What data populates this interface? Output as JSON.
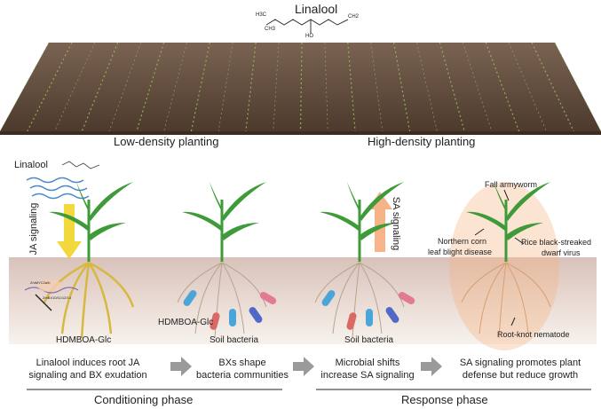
{
  "top": {
    "molecule_label": "Linalool",
    "molecule_atoms": {
      "h3c": "H3C",
      "ch3": "CH3",
      "ho": "HO",
      "ch2": "CH2"
    },
    "field_left_label": "Low-density planting",
    "field_right_label": "High-density planting"
  },
  "panels": {
    "p1": {
      "linalool": "Linalool",
      "signal": "JA signaling",
      "gene1": "ZmMYC2a/b",
      "gene2": "ZmBX10/11/12/14",
      "compound": "HDMBOA-Glc"
    },
    "p2": {
      "compound": "HDMBOA-Glc",
      "bacteria": "Soil bacteria"
    },
    "p3": {
      "signal": "SA signaling",
      "bacteria": "Soil bacteria"
    },
    "p4": {
      "pest1": "Fall armyworm",
      "pest2a": "Northern corn",
      "pest2b": "leaf blight disease",
      "pest3a": "Rice black-streaked",
      "pest3b": "dwarf virus",
      "pest4": "Root-knot nematode"
    }
  },
  "steps": [
    {
      "line1": "Linalool induces root JA",
      "line2": "signaling and BX exudation"
    },
    {
      "line1": "BXs shape",
      "line2": "bacteria communities"
    },
    {
      "line1": "Microbial shifts",
      "line2": "increase SA signaling"
    },
    {
      "line1": "SA signaling promotes plant",
      "line2": "defense but reduce growth"
    }
  ],
  "phases": {
    "conditioning": "Conditioning phase",
    "response": "Response phase"
  },
  "colors": {
    "soil_top": "#d9c3bb",
    "soil_bottom": "#f3ece6",
    "leaf": "#3f9b3a",
    "ja": "#f2d21b",
    "sa": "#f4a774",
    "field": "#5a4536"
  }
}
